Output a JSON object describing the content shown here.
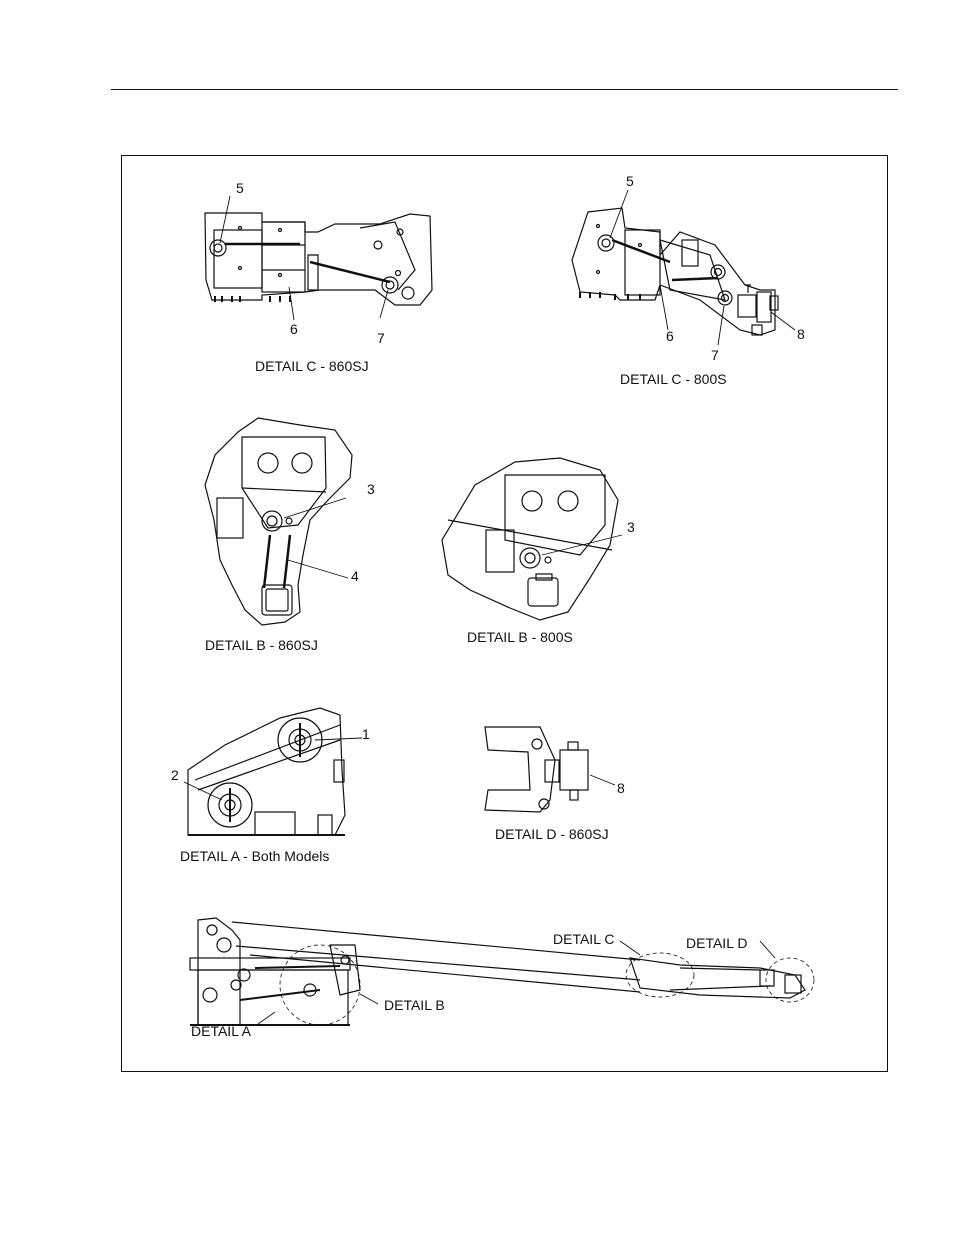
{
  "captions": {
    "detail_c_860sj": "DETAIL C - 860SJ",
    "detail_c_800s": "DETAIL C - 800S",
    "detail_b_860sj": "DETAIL B - 860SJ",
    "detail_b_800s": "DETAIL B - 800S",
    "detail_a_both": "DETAIL A - Both Models",
    "detail_d_860sj": "DETAIL D - 860SJ"
  },
  "overview": {
    "detail_a": "DETAIL A",
    "detail_b": "DETAIL B",
    "detail_c": "DETAIL C",
    "detail_d": "DETAIL D"
  },
  "callouts": {
    "c860_5": "5",
    "c860_6": "6",
    "c860_7": "7",
    "c800_5": "5",
    "c800_6": "6",
    "c800_7": "7",
    "c800_8": "8",
    "b860_3": "3",
    "b860_4": "4",
    "b800_3": "3",
    "a_1": "1",
    "a_2": "2",
    "d_8": "8"
  }
}
